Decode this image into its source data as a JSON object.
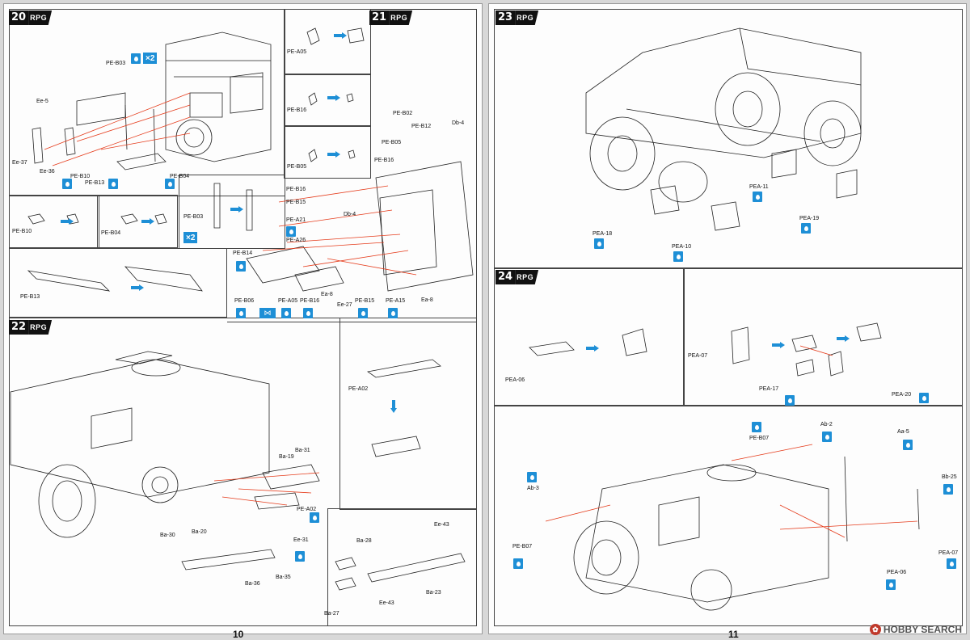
{
  "watermark": {
    "icon": "hobby-search-logo",
    "text": "HOBBY SEARCH"
  },
  "left_page": {
    "page_number": "10",
    "brand": "RPG",
    "step20": {
      "number": "20",
      "multiplier": "×2",
      "labels": [
        "PE-B03",
        "Ee-5",
        "Ee-37",
        "Ee-36",
        "PE-B10",
        "PE-B13",
        "PE-B04"
      ],
      "sub_pe_a05": "PE-A05",
      "sub_pe_b16": "PE-B16",
      "sub_pe_b05": "PE-B05",
      "sub_pe_b10": "PE-B10",
      "sub_pe_b04": "PE-B04",
      "sub_pe_b03": "PE-B03",
      "sub_multiplier": "×2",
      "sub_pe_b13": "PE-B13"
    },
    "step21": {
      "number": "21",
      "labels": {
        "pe_b02": "PE-B02",
        "pe_b12": "PE-B12",
        "db_4_top": "Db-4",
        "pe_b05": "PE-B05",
        "pe_b16_a": "PE-B16",
        "pe_b16_b": "PE-B16",
        "pe_b15": "PE-B15",
        "db_4": "Db-4",
        "pe_a21": "PE-A21",
        "pe_a26": "PE-A26",
        "pe_b14": "PE-B14",
        "ea_8_a": "Ea-8",
        "ee_27": "Ee-27",
        "ea_8_b": "Ea-8",
        "pe_b06": "PE-B06",
        "pe_a05": "PE-A05",
        "pe_b16_c": "PE-B16",
        "pe_b15_b": "PE-B15",
        "pe_a15": "PE-A15"
      }
    },
    "step22": {
      "number": "22",
      "labels": {
        "ba_31": "Ba-31",
        "ba_19": "Ba-19",
        "pe_a02": "PE-A02",
        "ee_31": "Ee-31",
        "ba_30": "Ba-30",
        "ba_20": "Ba-20",
        "ba_36": "Ba-36",
        "ba_35": "Ba-35",
        "pe_a02_sub": "PE-A02",
        "ba_28": "Ba-28",
        "ee_43_a": "Ee-43",
        "ee_43_b": "Ee-43",
        "ba_27": "Ba-27",
        "ba_23": "Ba-23"
      }
    }
  },
  "right_page": {
    "page_number": "11",
    "brand": "RPG",
    "step23": {
      "number": "23",
      "labels": {
        "pea_11": "PEA-11",
        "pea_19": "PEA-19",
        "pea_18": "PEA-18",
        "pea_10": "PEA-10"
      }
    },
    "step24": {
      "number": "24",
      "labels": {
        "pea_06_a": "PEA-06",
        "pea_07_a": "PEA-07",
        "pea_17": "PEA-17",
        "pea_20": "PEA-20",
        "pe_b07_a": "PE-B07",
        "ab_2": "Ab-2",
        "aa_5": "Aa-5",
        "ab_3": "Ab-3",
        "bb_25": "Bb-25",
        "pe_b07_b": "PE-B07",
        "pea_07_b": "PEA-07",
        "pea_06_b": "PEA-06"
      }
    }
  }
}
